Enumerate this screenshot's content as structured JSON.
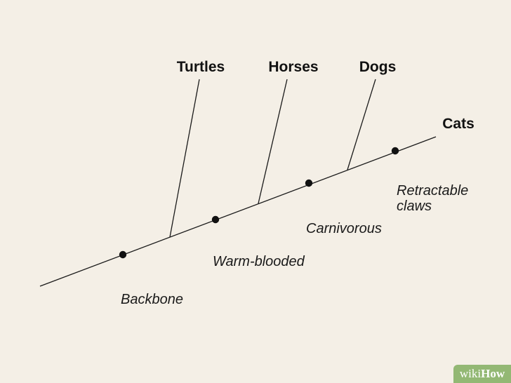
{
  "taxa": [
    "Turtles",
    "Horses",
    "Dogs",
    "Cats"
  ],
  "traits": [
    "Backbone",
    "Warm-blooded",
    "Carnivorous",
    "Retractable",
    "claws"
  ],
  "watermark": {
    "prefix": "wiki",
    "brand": "How",
    "color": "#93b874"
  },
  "colors": {
    "background": "#f4efe6",
    "line": "#1a1a1a"
  }
}
